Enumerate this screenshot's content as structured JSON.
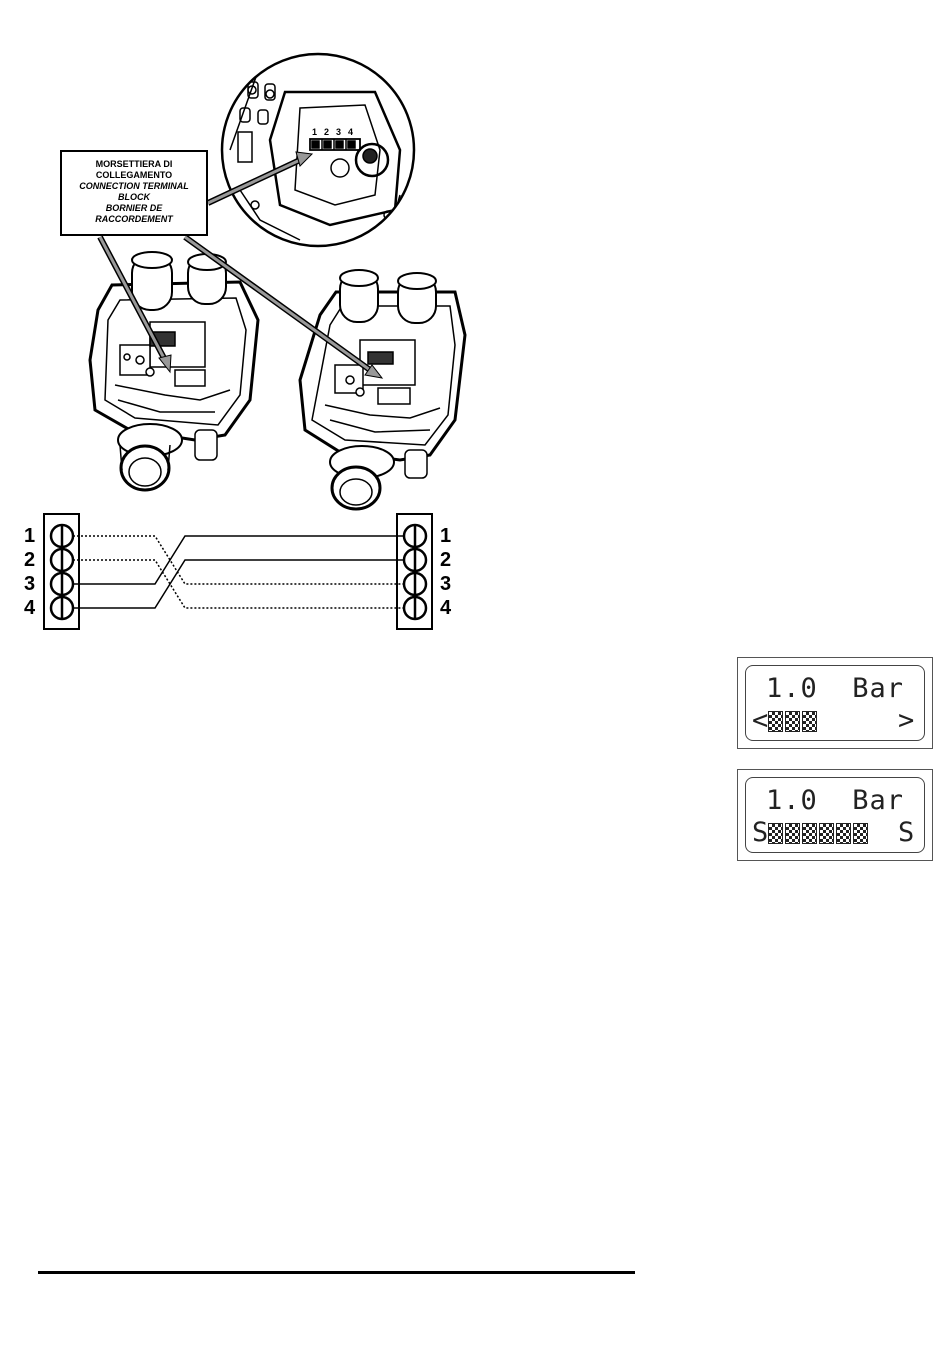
{
  "terminal_label": {
    "line_it_1": "MORSETTIERA DI",
    "line_it_2": "COLLEGAMENTO",
    "line_en_1": "CONNECTION TERMINAL",
    "line_en_2": "BLOCK",
    "line_fr_1": "BORNIER DE",
    "line_fr_2": "RACCORDEMENT"
  },
  "inset_terminal_numbers": [
    "1",
    "2",
    "3",
    "4"
  ],
  "left_terminals": [
    "1",
    "2",
    "3",
    "4"
  ],
  "right_terminals": [
    "1",
    "2",
    "3",
    "4"
  ],
  "lcd_1": {
    "line1": "1.0  Bar",
    "left_char": "<",
    "right_char": ">",
    "block_count": 3
  },
  "lcd_2": {
    "line1": "1.0  Bar",
    "left_char": "S",
    "right_char": "S",
    "block_count": 6
  }
}
